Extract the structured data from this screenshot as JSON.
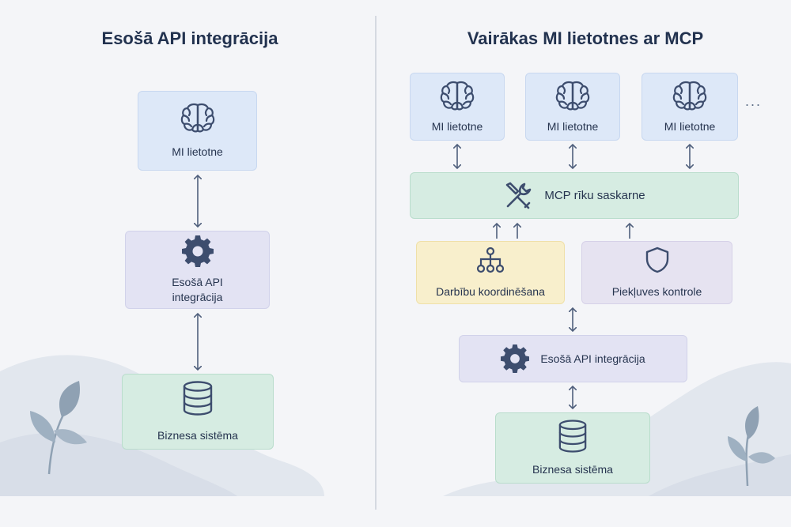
{
  "left": {
    "title": "Esošā API integrācija",
    "ai_app_label": "MI lietotne",
    "api_label_line1": "Esošā API",
    "api_label_line2": "integrācija",
    "business_label": "Biznesa sistēma"
  },
  "right": {
    "title": "Vairākas MI lietotnes ar MCP",
    "ai_apps": [
      {
        "label": "MI lietotne"
      },
      {
        "label": "MI lietotne"
      },
      {
        "label": "MI lietotne"
      }
    ],
    "more_indicator": "...",
    "mcp_label": "MCP rīku saskarne",
    "orchestration_label": "Darbību koordinēšana",
    "access_label": "Piekļuves kontrole",
    "api_label": "Esošā API integrācija",
    "business_label": "Biznesa sistēma"
  },
  "icons": {
    "ai_app": "brain-icon",
    "api": "gear-icon",
    "business": "database-icon",
    "mcp": "tools-icon",
    "orchestration": "hierarchy-icon",
    "access": "shield-icon",
    "decor": "leaf-plant-icon"
  },
  "colors": {
    "blue_box": "#dde8f8",
    "purple_box": "#e3e3f3",
    "green_box": "#d6ece2",
    "yellow_box": "#f8efcc",
    "icon": "#3d4d6e",
    "arrow": "#4f5f7c"
  }
}
